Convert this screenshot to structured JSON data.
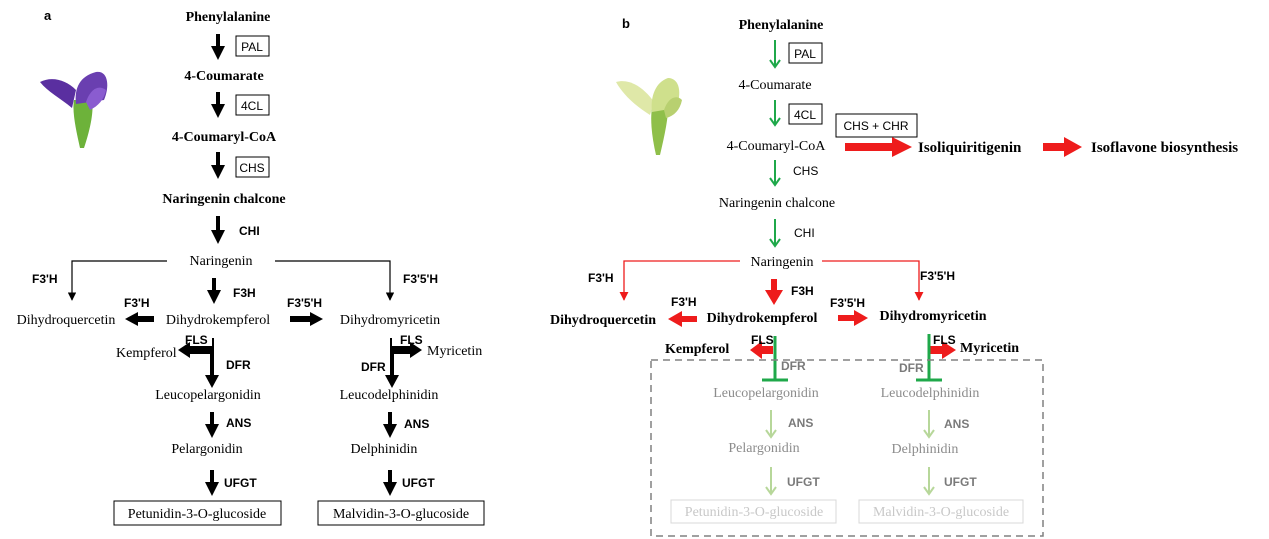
{
  "panel_a": {
    "label": "a",
    "phenylalanine": "Phenylalanine",
    "pal": "PAL",
    "coumarate": "4-Coumarate",
    "fourcl": "4CL",
    "coumaryl": "4-Coumaryl-CoA",
    "chs": "CHS",
    "naringenin_chalcone": "Naringenin chalcone",
    "chi": "CHI",
    "naringenin": "Naringenin",
    "f3h_left": "F3'H",
    "f35h_right": "F3'5'H",
    "f3h": "F3H",
    "f3h_mid": "F3'H",
    "f35h_mid": "F3'5'H",
    "dihydroquercetin": "Dihydroquercetin",
    "dihydrokempferol": "Dihydrokempferol",
    "dihydromyricetin": "Dihydromyricetin",
    "fls_left": "FLS",
    "fls_right": "FLS",
    "kempferol": "Kempferol",
    "myricetin": "Myricetin",
    "dfr_left": "DFR",
    "dfr_right": "DFR",
    "leucopelargonidin": "Leucopelargonidin",
    "leucodelphinidin": "Leucodelphinidin",
    "ans_left": "ANS",
    "ans_right": "ANS",
    "pelargonidin": "Pelargonidin",
    "delphinidin": "Delphinidin",
    "ufgt_left": "UFGT",
    "ufgt_right": "UFGT",
    "petunidin": "Petunidin-3-O-glucoside",
    "malvidin": "Malvidin-3-O-glucoside"
  },
  "panel_b": {
    "label": "b",
    "phenylalanine": "Phenylalanine",
    "pal": "PAL",
    "coumarate": "4-Coumarate",
    "fourcl": "4CL",
    "coumaryl": "4-Coumaryl-CoA",
    "chs_chr": "CHS + CHR",
    "isoliquiritigenin": "Isoliquiritigenin",
    "isoflavone": "Isoflavone biosynthesis",
    "chs": "CHS",
    "naringenin_chalcone": "Naringenin chalcone",
    "chi": "CHI",
    "naringenin": "Naringenin",
    "f3h_left": "F3'H",
    "f35h_right": "F3'5'H",
    "f3h": "F3H",
    "f3h_mid": "F3'H",
    "f35h_mid": "F3'5'H",
    "dihydroquercetin": "Dihydroquercetin",
    "dihydrokempferol": "Dihydrokempferol",
    "dihydromyricetin": "Dihydromyricetin",
    "fls_left": "FLS",
    "fls_right": "FLS",
    "kempferol": "Kempferol",
    "myricetin": "Myricetin",
    "dfr_left": "DFR",
    "dfr_right": "DFR",
    "leucopelargonidin": "Leucopelargonidin",
    "leucodelphinidin": "Leucodelphinidin",
    "ans_left": "ANS",
    "ans_right": "ANS",
    "pelargonidin": "Pelargonidin",
    "delphinidin": "Delphinidin",
    "ufgt_left": "UFGT",
    "ufgt_right": "UFGT",
    "petunidin": "Petunidin-3-O-glucoside",
    "malvidin": "Malvidin-3-O-glucoside"
  },
  "colors": {
    "black_arrow": "#000000",
    "green_arrow": "#1fa84a",
    "red_arrow": "#ee1c1c",
    "light_green_arrow": "#b7d79a",
    "dashed_box": "#808080",
    "purple_flower": "#6a3fb0",
    "yellow_flower": "#d8e4a0"
  },
  "icons": {
    "flower_a": "purple-flower-image",
    "flower_b": "pale-yellow-flower-image"
  }
}
